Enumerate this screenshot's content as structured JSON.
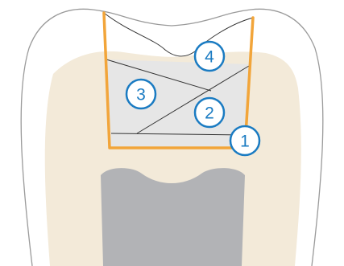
{
  "colors": {
    "tooth_outline": "#9a9a9a",
    "dentin": "#f3ead9",
    "pulp": "#b2b3b6",
    "filling_layer": "#e6e6e6",
    "cavity_outline": "#f2a53a",
    "layer_line": "#333333",
    "badge": "#1a7bc2"
  },
  "badges": [
    {
      "label": "1"
    },
    {
      "label": "2"
    },
    {
      "label": "3"
    },
    {
      "label": "4"
    }
  ]
}
